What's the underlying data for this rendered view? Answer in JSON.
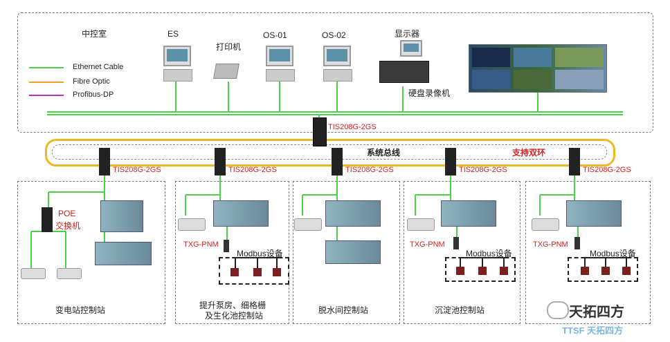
{
  "control_room": {
    "title": "中控室",
    "es_label": "ES",
    "printer_label": "打印机",
    "os01_label": "OS-01",
    "os02_label": "OS-02",
    "monitor_label": "显示器",
    "nvr_label": "硬盘录像机"
  },
  "legend": [
    {
      "label": "Ethernet Cable",
      "color": "#4cd14c"
    },
    {
      "label": "Fibre Optic",
      "color": "#f0a020"
    },
    {
      "label": "Profibus-DP",
      "color": "#c030c0"
    }
  ],
  "core_switch": {
    "label": "TIS208G-2GS"
  },
  "ring": {
    "bus_label": "系统总线",
    "ring_label": "支持双环"
  },
  "switches": [
    "TIS208G-2GS",
    "TIS208G-2GS",
    "TIS208G-2GS",
    "TIS208G-2GS",
    "TIS208G-2GS"
  ],
  "stations": [
    {
      "name": "变电站控制站",
      "poe_label": "POE",
      "poe_label2": "交换机"
    },
    {
      "name": "提升泵房、细格栅",
      "name2": "及生化池控制站",
      "txg": "TXG-PNM",
      "modbus": "Modbus设备"
    },
    {
      "name": "脱水间控制站"
    },
    {
      "name": "沉淀池控制站",
      "txg": "TXG-PNM",
      "modbus": "Modbus设备"
    },
    {
      "name": "",
      "txg": "TXG-PNM",
      "modbus": "Modbus设备"
    }
  ],
  "watermark": {
    "text": "天拓四方",
    "sub": "TTSF 天拓四方"
  }
}
